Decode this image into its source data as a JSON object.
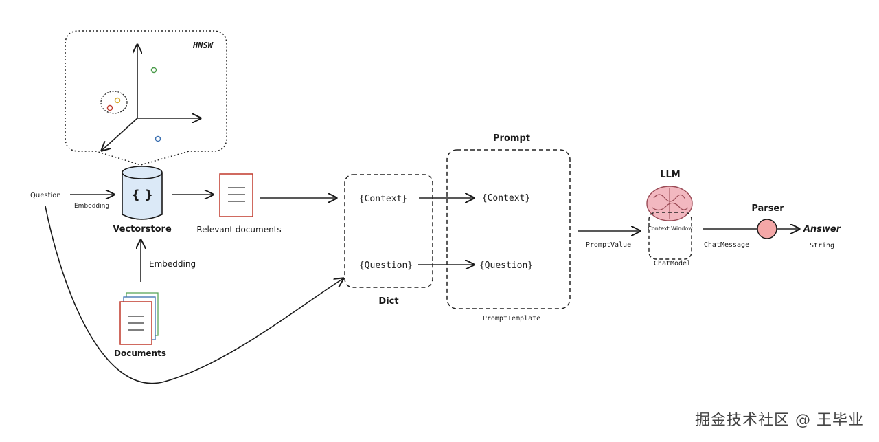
{
  "hnsw": {
    "title": "HNSW"
  },
  "question": {
    "label": "Question",
    "color": "#d4892a",
    "edge_label": "Embedding"
  },
  "vectorstore": {
    "label": "Vectorstore",
    "icon": "{ }",
    "fill": "#dbe9f7"
  },
  "documents": {
    "label": "Documents",
    "edge_label": "Embedding"
  },
  "relevant": {
    "label": "Relevant documents",
    "color": "#c0392b"
  },
  "dict": {
    "label": "Dict",
    "context": "{Context}",
    "question": "{Question}"
  },
  "prompt": {
    "title": "Prompt",
    "context": "{Context}",
    "question": "{Question}",
    "template_label": "PromptTemplate"
  },
  "prompt_value": {
    "label": "PromptValue"
  },
  "llm": {
    "title": "LLM",
    "window_label": "Context Window",
    "model_label": "ChatModel",
    "brain_color": "#f2b8c0"
  },
  "chat_message": {
    "label": "ChatMessage"
  },
  "parser": {
    "title": "Parser",
    "color": "#f4a7a7"
  },
  "answer": {
    "title": "Answer",
    "type": "String"
  },
  "watermark": "掘金技术社区 @ 王毕业"
}
